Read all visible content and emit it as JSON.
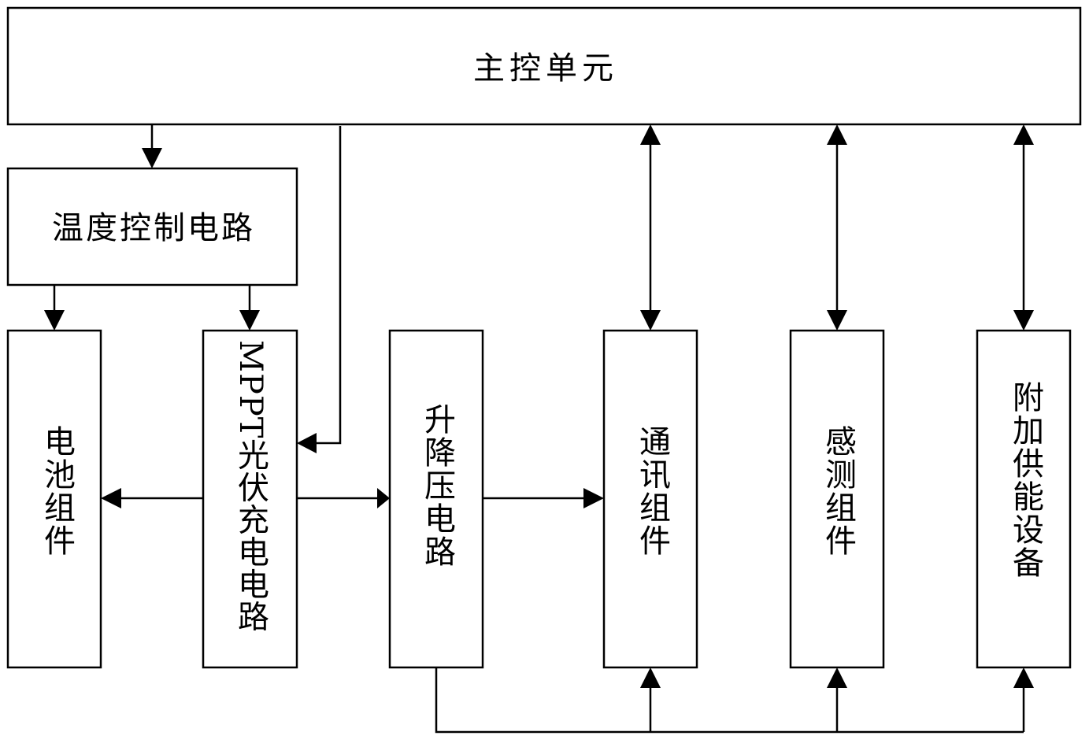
{
  "blocks": {
    "main_control": "主控单元",
    "temp_control": "温度控制电路",
    "battery": "电池组件",
    "mppt": "MPPT光伏充电电路",
    "buck_boost": "升降压电路",
    "communication": "通讯组件",
    "sensing": "感测组件",
    "aux_power": "附加供能设备"
  },
  "colors": {
    "line": "#000000",
    "background": "#ffffff"
  }
}
